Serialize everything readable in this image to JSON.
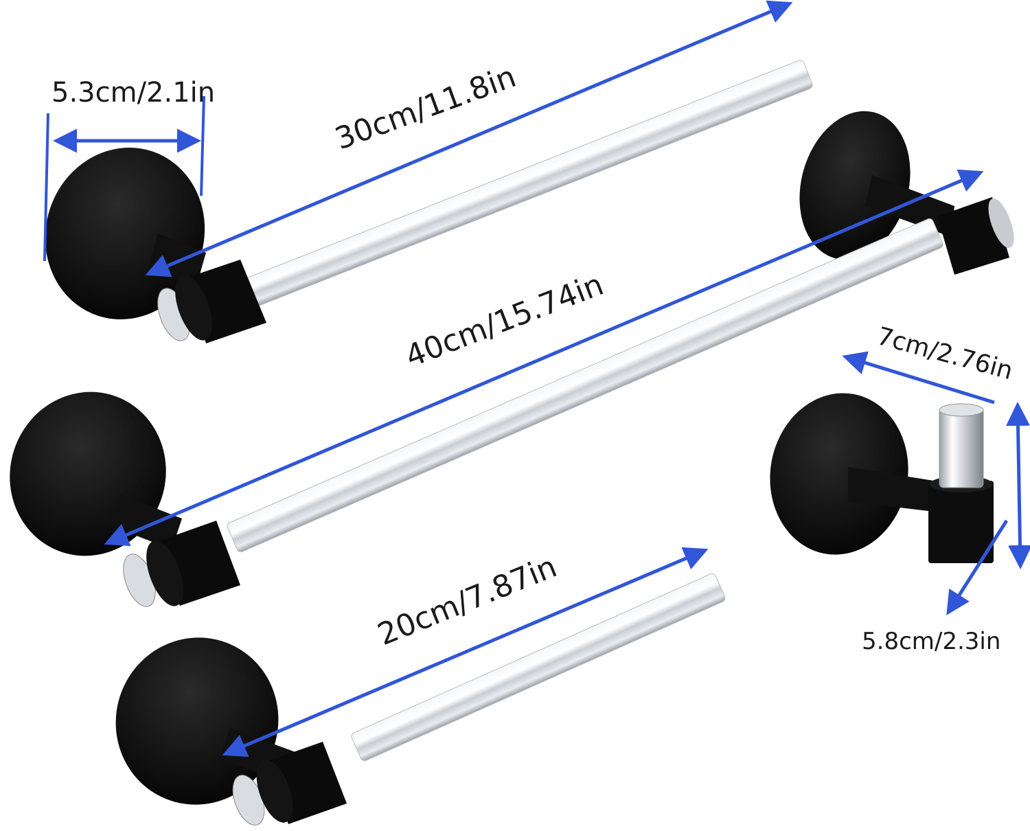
{
  "colors": {
    "background": "#ffffff",
    "hardware": "#0d0d0d",
    "acrylic": "#e8ecef",
    "dimension_line": "#3156d8",
    "text": "#1a1a1a"
  },
  "dimensions": {
    "mount_diameter": "5.3cm/2.1in",
    "bar_30": "30cm/11.8in",
    "bar_40": "40cm/15.74in",
    "bar_20": "20cm/7.87in",
    "hook_projection": "7cm/2.76in",
    "hook_depth": "5.8cm/2.3in"
  }
}
